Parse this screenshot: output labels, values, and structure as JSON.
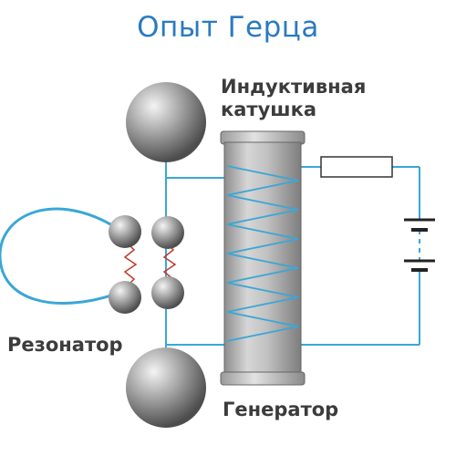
{
  "title": "Опыт Герца",
  "labels": {
    "inductive_coil": [
      "Индуктивная",
      "катушка"
    ],
    "resonator": "Резонатор",
    "generator": "Генератор"
  },
  "colors": {
    "title": "#2a7ac0",
    "wire": "#3aa7d6",
    "coil_winding": "#3aa7d6",
    "spark": "#c0392b",
    "sphere": "#8a8a8a",
    "coil_body": "#b9b9b9"
  }
}
